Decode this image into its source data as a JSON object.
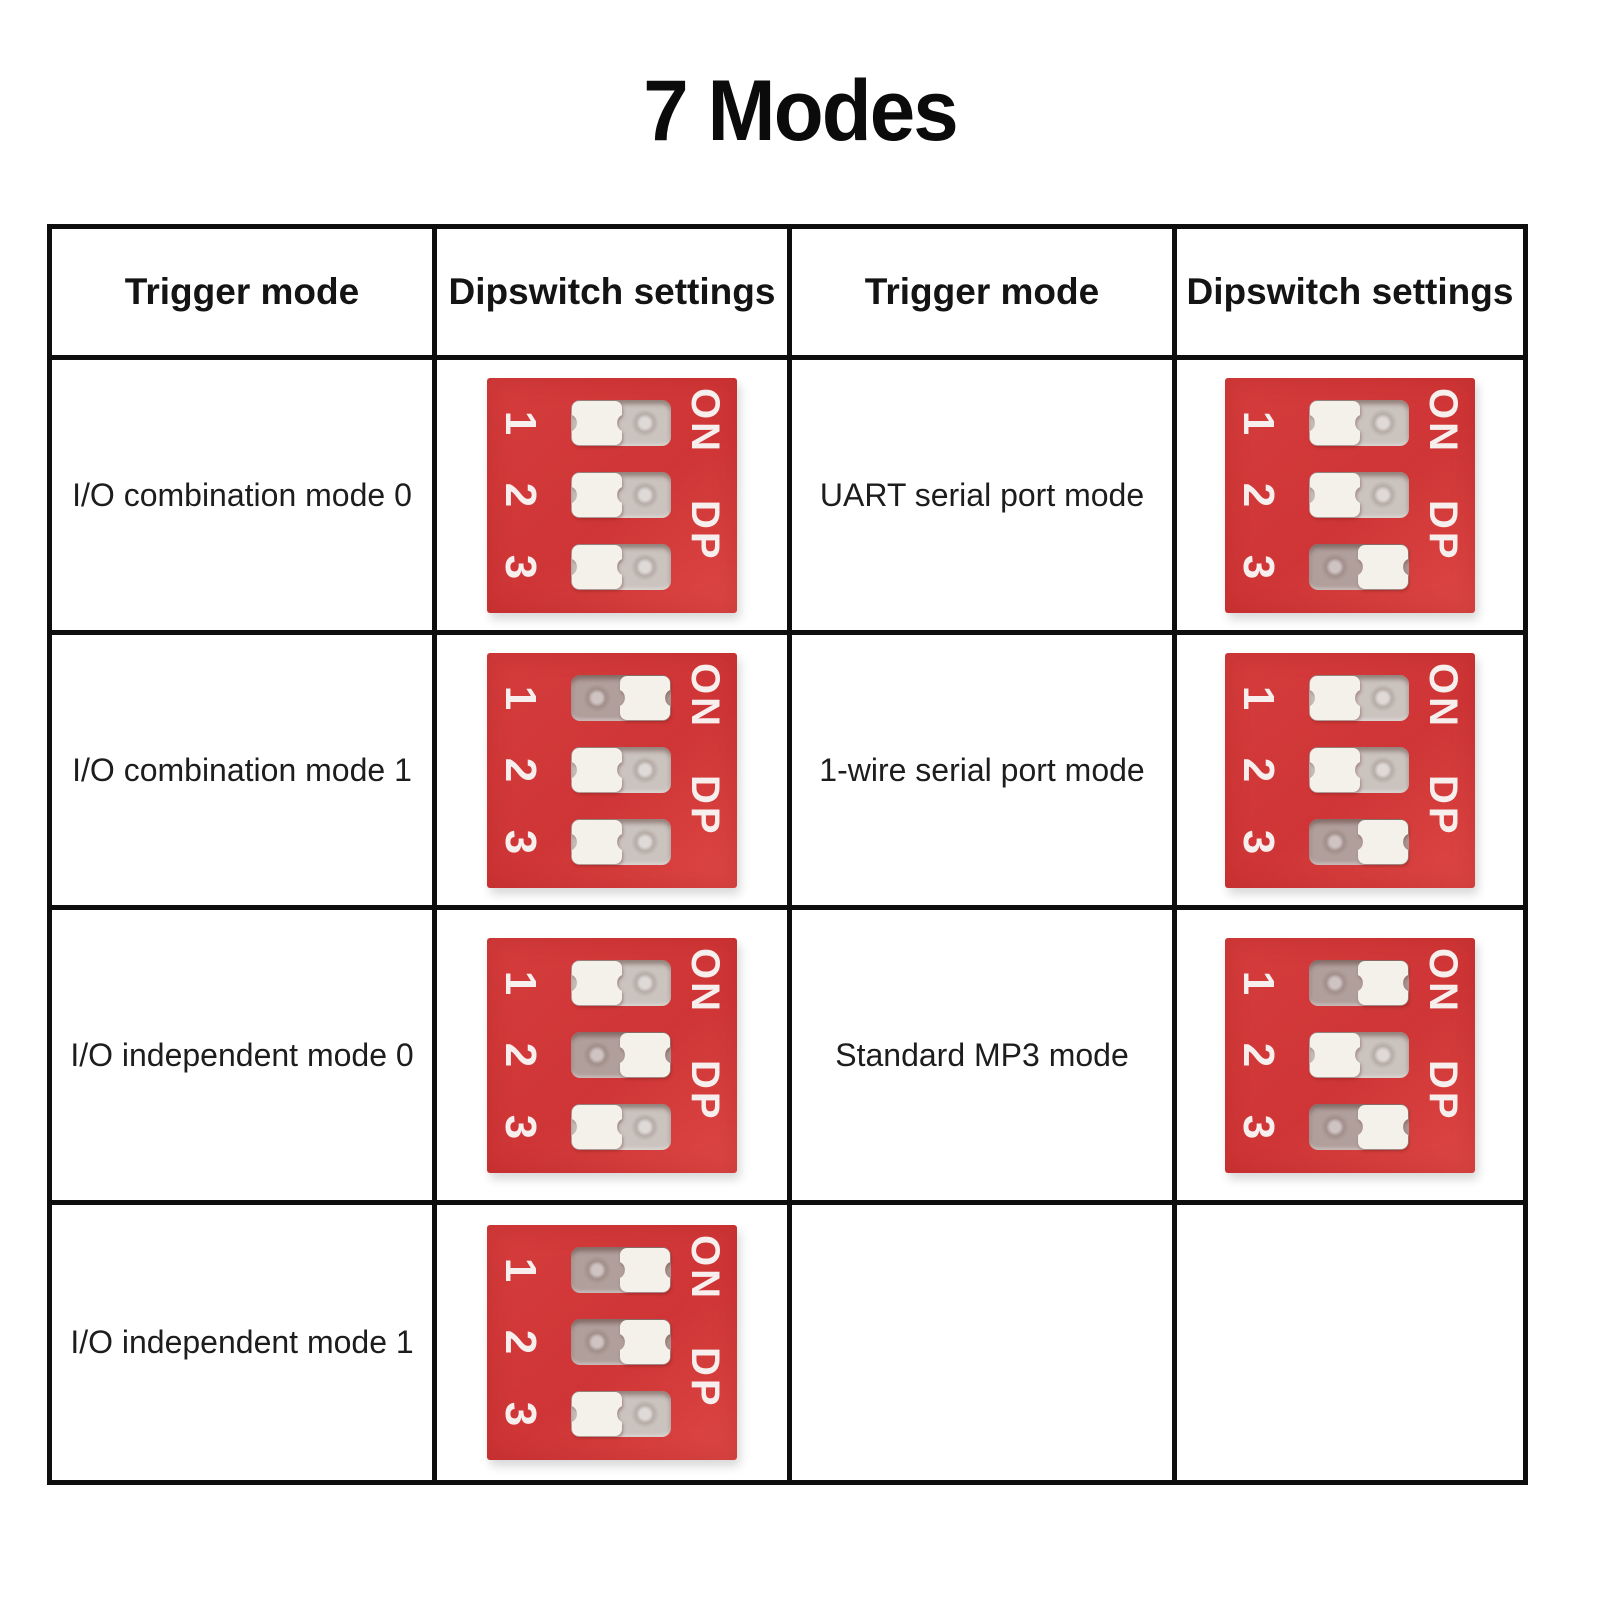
{
  "title": "7 Modes",
  "table": {
    "headers": [
      "Trigger mode",
      "Dipswitch settings",
      "Trigger mode",
      "Dipswitch settings"
    ],
    "rows": [
      {
        "left_mode": "I/O combination mode 0",
        "left_dip": [
          "off",
          "off",
          "off"
        ],
        "right_mode": "UART serial port mode",
        "right_dip": [
          "off",
          "off",
          "on"
        ]
      },
      {
        "left_mode": "I/O combination mode 1",
        "left_dip": [
          "on",
          "off",
          "off"
        ],
        "right_mode": "1-wire serial port mode",
        "right_dip": [
          "off",
          "off",
          "on"
        ]
      },
      {
        "left_mode": "I/O independent mode 0",
        "left_dip": [
          "off",
          "on",
          "off"
        ],
        "right_mode": "Standard MP3 mode",
        "right_dip": [
          "on",
          "off",
          "on"
        ]
      },
      {
        "left_mode": "I/O independent mode 1",
        "left_dip": [
          "on",
          "on",
          "off"
        ],
        "right_mode": "",
        "right_dip": null
      }
    ]
  },
  "dipswitch": {
    "numbers": [
      "1",
      "2",
      "3"
    ],
    "on_label": "ON",
    "dp_label": "DP",
    "on_side": "right",
    "colors": {
      "body": "#d53c3c",
      "toggle": "#f4f0ea",
      "cavity_light": "#cbc3be",
      "cavity_dark": "#b19f9c",
      "label": "#f7efed"
    }
  }
}
